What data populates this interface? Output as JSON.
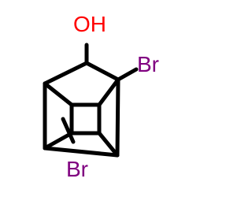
{
  "molecule": {
    "atoms": {
      "oh": {
        "label": "OH",
        "color": "#ff0000"
      },
      "br_right": {
        "label": "Br",
        "color": "#800080"
      },
      "br_bottom": {
        "label": "Br",
        "color": "#800080"
      }
    },
    "bond_color": "#000000",
    "background": "#ffffff"
  }
}
